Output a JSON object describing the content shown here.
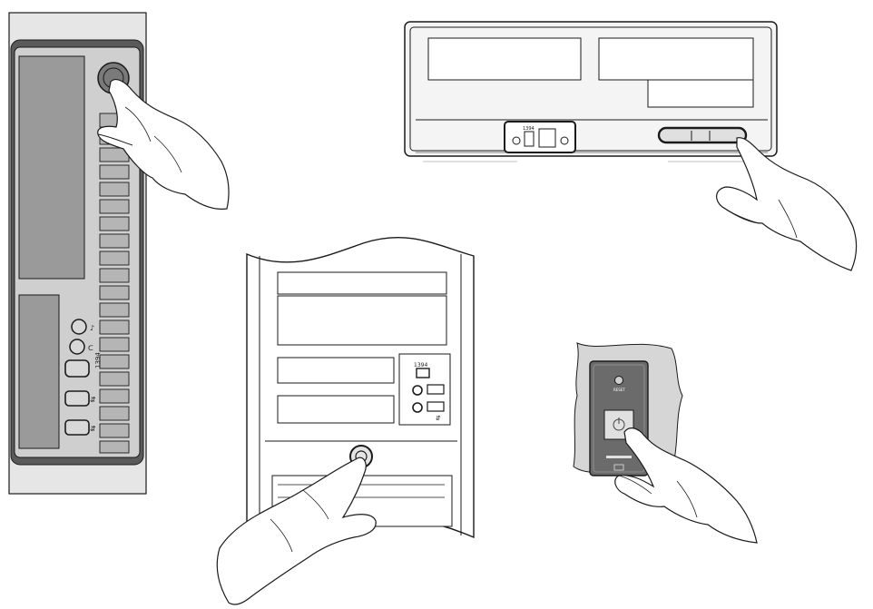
{
  "labels": {
    "firewire_tower": "1394",
    "firewire_desktop": "1394",
    "firewire_mid": "1394",
    "reset_label": "RESET"
  },
  "icons": {
    "power": "power-icon",
    "headphone": "headphone-icon",
    "microphone": "microphone-icon",
    "usb": "usb-icon",
    "firewire": "firewire-icon"
  },
  "colors": {
    "line": "#1a1a1a",
    "panel_gray": "#bdbdbd",
    "panel_dark": "#8f8f8f",
    "chassis_light": "#e6e6e6",
    "switch_panel": "#6b6b6b"
  }
}
